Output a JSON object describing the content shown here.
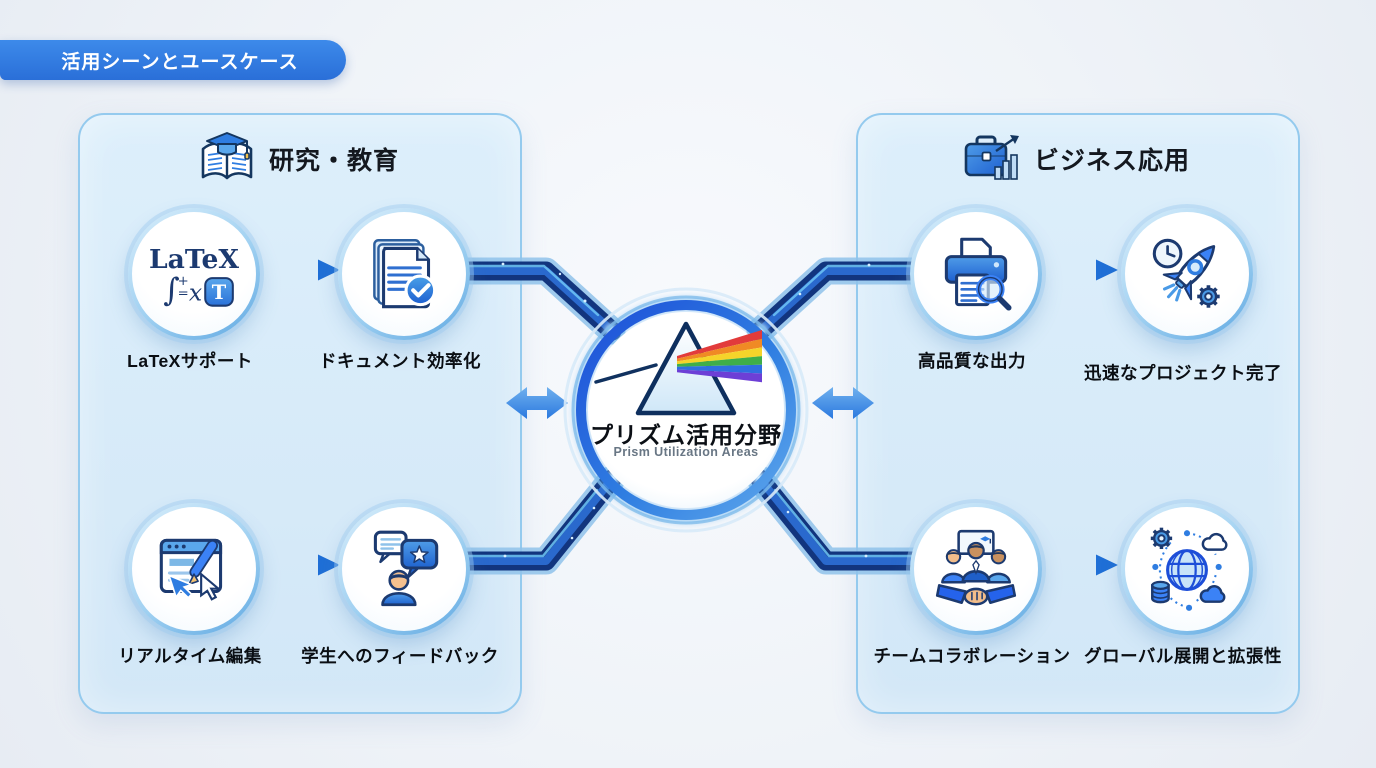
{
  "badge": {
    "label": "活用シーンとユースケース"
  },
  "center": {
    "title": "プリズム活用分野",
    "subtitle": "Prism Utilization Areas",
    "icon": "prism-rainbow-icon"
  },
  "panels": {
    "left": {
      "title": "研究・教育",
      "icon": "book-graduation-icon",
      "nodes": [
        {
          "label": "LaTeXサポート",
          "icon": "latex-icon"
        },
        {
          "label": "ドキュメント効率化",
          "icon": "document-check-icon"
        },
        {
          "label": "リアルタイム編集",
          "icon": "realtime-edit-icon"
        },
        {
          "label": "学生へのフィードバック",
          "icon": "student-feedback-icon"
        }
      ]
    },
    "right": {
      "title": "ビジネス応用",
      "icon": "briefcase-chart-icon",
      "nodes": [
        {
          "label": "高品質な出力",
          "icon": "printer-quality-icon"
        },
        {
          "label": "迅速なプロジェクト完了",
          "icon": "rocket-speed-icon"
        },
        {
          "label": "チームコラボレーション",
          "icon": "team-collaboration-icon"
        },
        {
          "label": "グローバル展開と拡張性",
          "icon": "global-network-icon"
        }
      ]
    }
  },
  "latex_icon": {
    "wordmark": "LaTeX",
    "integral": "∫",
    "plus": "+",
    "equals": "=",
    "x": "x",
    "badge_letter": "T"
  },
  "colors": {
    "accent": "#2e7de0",
    "tube_dark": "#12357e",
    "tube_glow": "#7fd4ff",
    "panel_fill": "#d9ecf9",
    "panel_border": "#94caee",
    "rainbow": [
      "#e23b3b",
      "#f08a24",
      "#f5d42a",
      "#3fae49",
      "#2f6fe0",
      "#6d3fd6"
    ]
  }
}
